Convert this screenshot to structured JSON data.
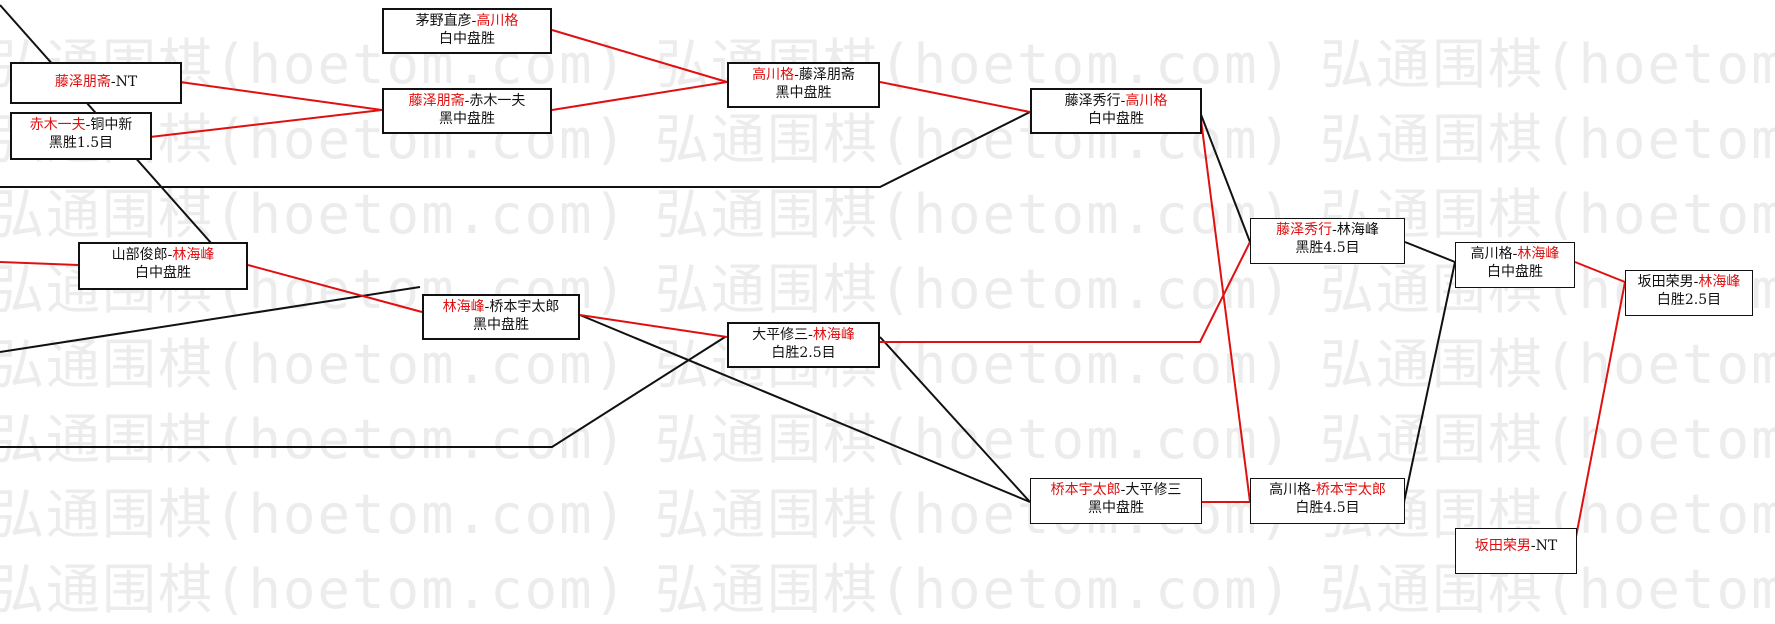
{
  "watermark_text": "弘通围棋(hoetom.com)",
  "colors": {
    "win": "#e01010",
    "loss": "#111111"
  },
  "matches": {
    "kayano_takagawa": {
      "a": "茅野直彦",
      "b": "高川格",
      "winner": "b",
      "result": "白中盘胜"
    },
    "fujisawa_nt": {
      "a": "藤泽朋斋",
      "b": "NT",
      "winner": "a",
      "result": ""
    },
    "akagi_dou": {
      "a": "赤木一夫",
      "b": "铜中新",
      "winner": "a",
      "result": "黑胜1.5目"
    },
    "fujisawa_akagi": {
      "a": "藤泽朋斋",
      "b": "赤木一夫",
      "winner": "a",
      "result": "黑中盘胜"
    },
    "takagawa_fujisawa": {
      "a": "高川格",
      "b": "藤泽朋斋",
      "winner": "a",
      "result": "黑中盘胜"
    },
    "hidekuni_takagawa": {
      "a": "藤泽秀行",
      "b": "高川格",
      "winner": "b",
      "result": "白中盘胜"
    },
    "yamabe_rin": {
      "a": "山部俊郎",
      "b": "林海峰",
      "winner": "b",
      "result": "白中盘胜"
    },
    "rin_hashimoto": {
      "a": "林海峰",
      "b": "桥本宇太郎",
      "winner": "a",
      "result": "黑中盘胜"
    },
    "ohira_rin": {
      "a": "大平修三",
      "b": "林海峰",
      "winner": "b",
      "result": "白胜2.5目"
    },
    "hidekuni_rin": {
      "a": "藤泽秀行",
      "b": "林海峰",
      "winner": "a",
      "result": "黑胜4.5目"
    },
    "hashimoto_ohira": {
      "a": "桥本宇太郎",
      "b": "大平修三",
      "winner": "a",
      "result": "黑中盘胜"
    },
    "takagawa_hashimoto": {
      "a": "高川格",
      "b": "桥本宇太郎",
      "winner": "b",
      "result": "白胜4.5目"
    },
    "takagawa_rin": {
      "a": "高川格",
      "b": "林海峰",
      "winner": "b",
      "result": "白中盘胜"
    },
    "sakata_nt": {
      "a": "坂田荣男",
      "b": "NT",
      "winner": "a",
      "result": ""
    },
    "sakata_rin": {
      "a": "坂田荣男",
      "b": "林海峰",
      "winner": "b",
      "result": "白胜2.5目"
    }
  }
}
